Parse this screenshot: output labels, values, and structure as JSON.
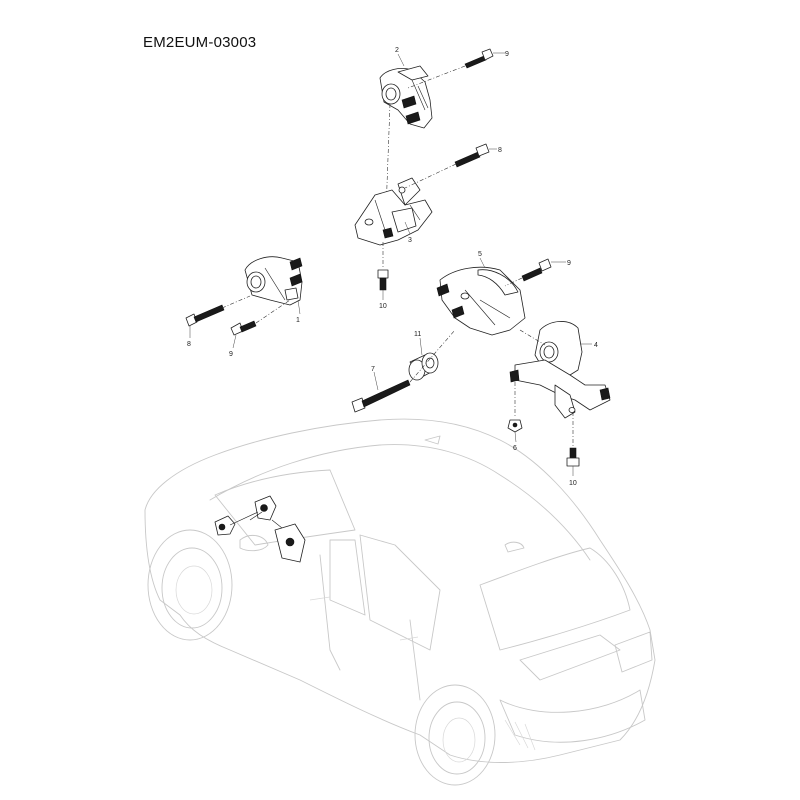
{
  "diagram_code": "EM2EUM-03003",
  "callouts": {
    "c1": "1",
    "c2": "2",
    "c3": "3",
    "c4": "4",
    "c5": "5",
    "c6": "6",
    "c7": "7",
    "c8a": "8",
    "c8b": "8",
    "c9a": "9",
    "c9b": "9",
    "c9c": "9",
    "c10a": "10",
    "c10b": "10",
    "c11": "11"
  }
}
